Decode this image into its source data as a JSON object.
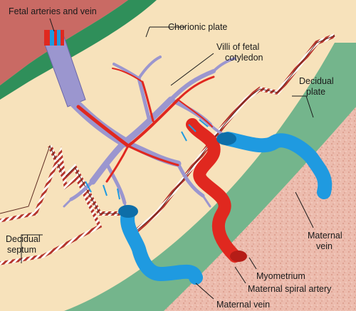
{
  "labels": {
    "fetal_vessels": "Fetal arteries and vein",
    "chorionic_plate": "Chorionic plate",
    "villi_line1": "Villi of fetal",
    "villi_line2": "cotyledon",
    "decidual_plate_line1": "Decidual",
    "decidual_plate_line2": "plate",
    "maternal_vein_right_line1": "Maternal",
    "maternal_vein_right_line2": "vein",
    "decidual_septum_line1": "Decidual",
    "decidual_septum_line2": "septum",
    "myometrium": "Myometrium",
    "maternal_spiral_artery": "Maternal spiral artery",
    "maternal_vein_bottom": "Maternal vein"
  },
  "colors": {
    "fetal_region": "#c96a64",
    "chorionic_band": "#2f8f5a",
    "intervillous_space": "#f6dcae",
    "decidua": "#74b58c",
    "myometrium": "#e9b3a4",
    "artery": "#e0281f",
    "vein": "#1f9ae0",
    "villi": "#9b96cf"
  }
}
